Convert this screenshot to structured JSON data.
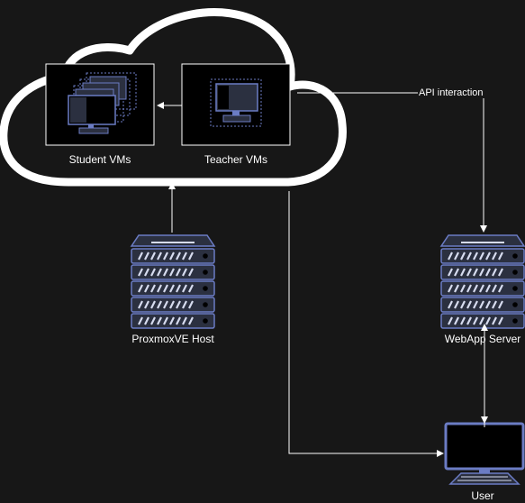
{
  "nodes": {
    "student_vms": {
      "label": "Student VMs",
      "icon": "monitor-stack-icon"
    },
    "teacher_vms": {
      "label": "Teacher VMs",
      "icon": "monitor-icon"
    },
    "proxmox_host": {
      "label": "ProxmoxVE Host",
      "icon": "server-rack-icon"
    },
    "webapp_server": {
      "label": "WebApp Server",
      "icon": "server-rack-icon"
    },
    "user": {
      "label": "User",
      "icon": "desktop-computer-icon"
    }
  },
  "edges": {
    "api_interaction": {
      "label": "API interaction"
    }
  },
  "colors": {
    "background": "#171717",
    "line": "#ffffff",
    "icon_stroke": "#6b7cc4",
    "icon_fill": "#2b3040",
    "box_fill": "#000000"
  }
}
